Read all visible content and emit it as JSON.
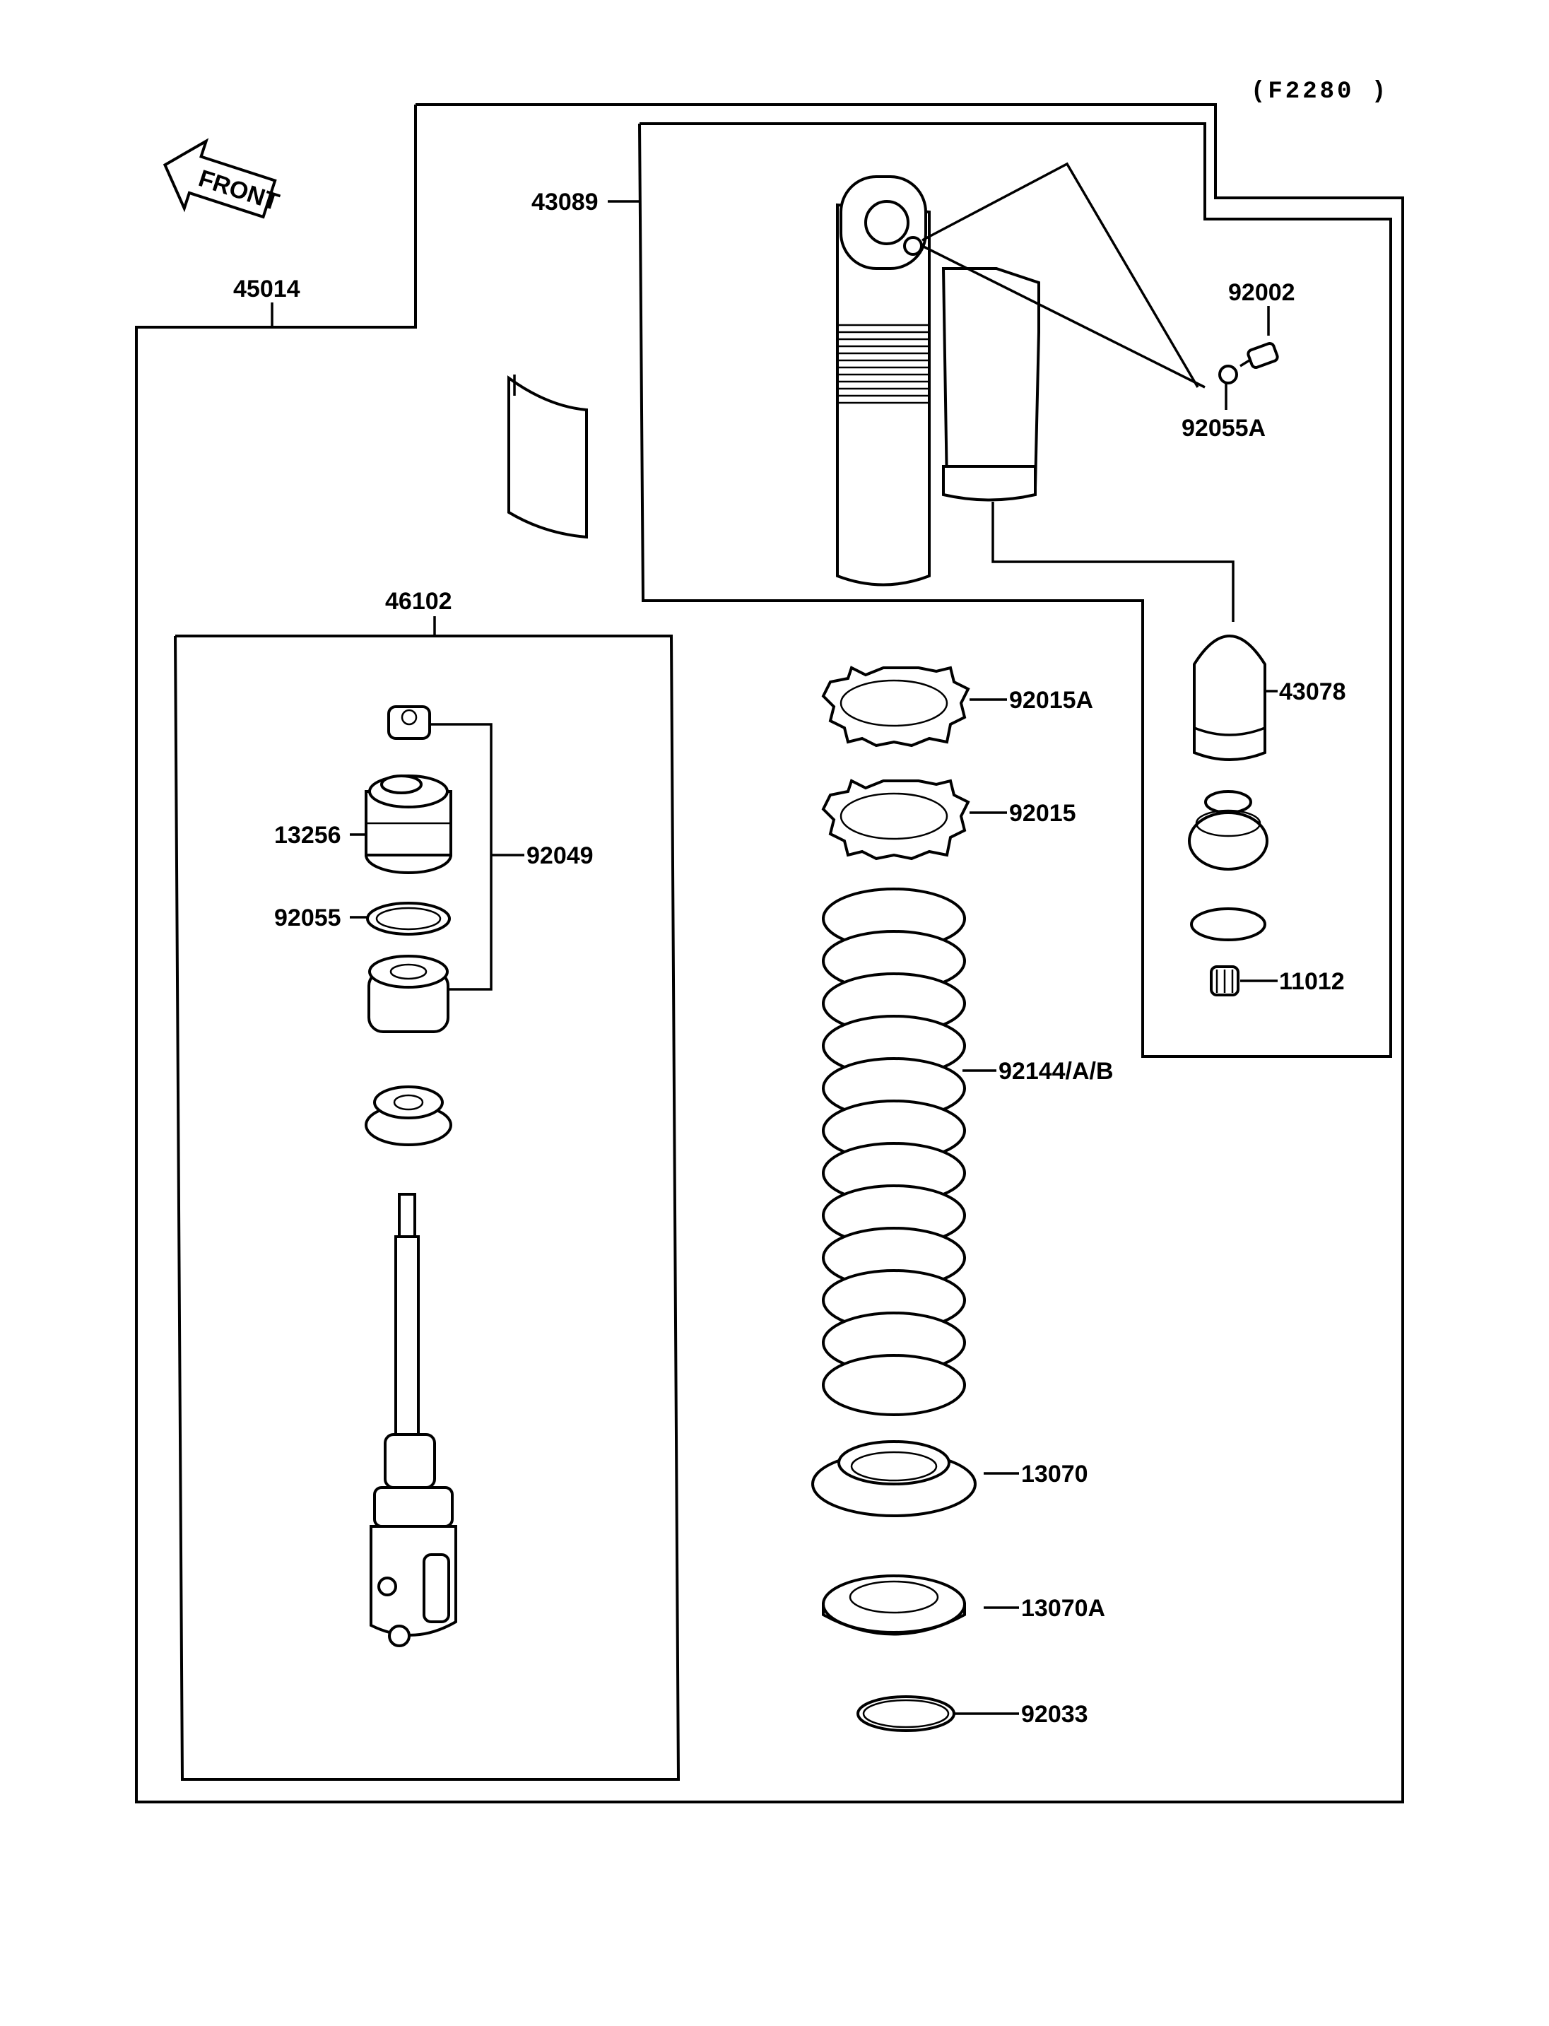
{
  "diagram_code": "(F2280 )",
  "front_label": "FRONT",
  "parts": {
    "p45014": "45014",
    "p43089": "43089",
    "p92002": "92002",
    "p92055A": "92055A",
    "p43078": "43078",
    "p11012": "11012",
    "p46102": "46102",
    "p13256": "13256",
    "p92049": "92049",
    "p92055": "92055",
    "p92015A": "92015A",
    "p92015": "92015",
    "p92144": "92144/A/B",
    "p13070": "13070",
    "p13070A": "13070A",
    "p92033": "92033"
  }
}
